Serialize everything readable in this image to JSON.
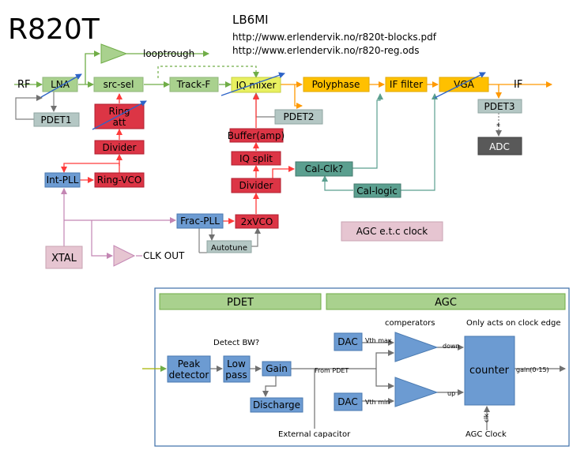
{
  "title": "R820T",
  "author": "LB6MI",
  "links": [
    "http://www.erlendervik.no/r820t-blocks.pdf",
    "http://www.erlendervik.no/r820-reg.ods"
  ],
  "labels": {
    "rf": "RF",
    "if": "IF",
    "looptrough": "looptrough",
    "clk_out": "CLK OUT",
    "agc_etc": "AGC e.t.c clock",
    "detect_bw": "Detect BW?",
    "comperators": "comperators",
    "clock_edge": "Only acts on clock edge",
    "from_pdet": "From PDET",
    "vth_max": "Vth max",
    "vth_min": "Vth min",
    "down": "down",
    "up": "up",
    "gain_out": "gain(0-15)",
    "ext_cap": "External capacitor",
    "agc_clock": "AGC Clock",
    "star": "*",
    "clk_mark": "clk"
  },
  "blocks": {
    "lna": "LNA",
    "src_sel": "src-sel",
    "track_f": "Track-F",
    "iq_mixer": "IQ mixer",
    "polyphase": "Polyphase",
    "if_filter": "IF filter",
    "vga": "VGA",
    "pdet1": "PDET1",
    "pdet2": "PDET2",
    "pdet3": "PDET3",
    "adc": "ADC",
    "ring_att_1": "Ring",
    "ring_att_2": "att",
    "divider1": "Divider",
    "int_pll": "Int-PLL",
    "ring_vco": "Ring-VCO",
    "buffer": "Buffer(amp)",
    "iq_split": "IQ split",
    "divider2": "Divider",
    "cal_clk": "Cal-Clk?",
    "cal_logic": "Cal-logic",
    "frac_pll": "Frac-PLL",
    "vco2x": "2xVCO",
    "autotune": "Autotune",
    "xtal": "XTAL"
  },
  "agc_panel": {
    "pdet_header": "PDET",
    "agc_header": "AGC",
    "peak_1": "Peak",
    "peak_2": "detector",
    "lp_1": "Low",
    "lp_2": "pass",
    "gain": "Gain",
    "discharge": "Discharge",
    "dac_top": "DAC",
    "dac_bottom": "DAC",
    "counter": "counter"
  },
  "colors": {
    "green_block": "#a9d18e",
    "red_block": "#dc3545",
    "blue_block": "#6c9bd2",
    "yellow_block": "#e8f060",
    "orange_block": "#ffc000",
    "grey_block": "#b4c7c4",
    "dark_block": "#595959",
    "pink_block": "#e6c5d1",
    "green_line": "#70ad47",
    "red_line": "#ff3b3b",
    "orange_line": "#ff9900",
    "teal_line": "#5b9f8f",
    "pink_line": "#c386b3",
    "grey_line": "#808080",
    "blue_line": "#2e64c8"
  }
}
